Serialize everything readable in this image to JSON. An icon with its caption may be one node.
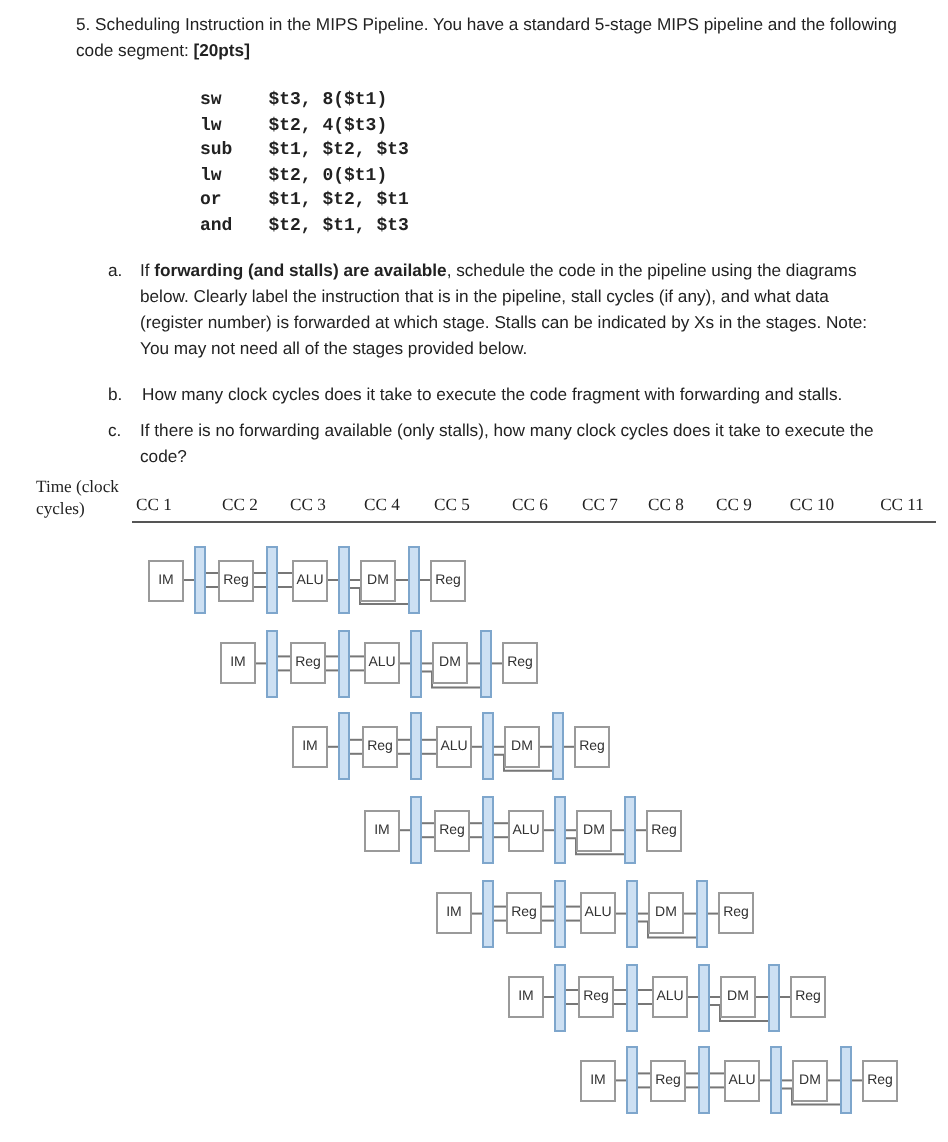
{
  "diagram": {
    "nodes": [
      {
        "text": [
          "IM"
        ]
      },
      {
        "text": [],
        "shape": "bar"
      },
      {
        "text": [
          "Reg"
        ]
      },
      {
        "text": [],
        "shape": "bar"
      },
      {
        "text": [
          "ALU"
        ]
      },
      {
        "text": [],
        "shape": "bar"
      },
      {
        "text": [
          "DM"
        ]
      },
      {
        "text": [],
        "shape": "bar"
      },
      {
        "text": [
          "Reg"
        ]
      },
      {
        "text": [
          "IM"
        ]
      },
      {
        "text": [],
        "shape": "bar"
      },
      {
        "text": [
          "Reg"
        ]
      },
      {
        "text": [],
        "shape": "bar"
      },
      {
        "text": [
          "ALU"
        ]
      },
      {
        "text": [],
        "shape": "bar"
      },
      {
        "text": [
          "DM"
        ]
      },
      {
        "text": [],
        "shape": "bar"
      },
      {
        "text": [
          "Reg"
        ]
      },
      {
        "text": [
          "IM"
        ]
      },
      {
        "text": [],
        "shape": "bar"
      },
      {
        "text": [
          "Reg"
        ]
      },
      {
        "text": [],
        "shape": "bar"
      },
      {
        "text": [
          "ALU"
        ]
      },
      {
        "text": [],
        "shape": "bar"
      },
      {
        "text": [
          "DM"
        ]
      },
      {
        "text": [],
        "shape": "bar"
      },
      {
        "text": [
          "Reg"
        ]
      },
      {
        "text": [
          "IM"
        ]
      },
      {
        "text": [],
        "shape": "bar"
      },
      {
        "text": [
          "Reg"
        ]
      },
      {
        "text": [],
        "shape": "bar"
      },
      {
        "text": [
          "ALU"
        ]
      },
      {
        "text": [],
        "shape": "bar"
      },
      {
        "text": [
          "DM"
        ]
      },
      {
        "text": [],
        "shape": "bar"
      },
      {
        "text": [
          "Reg"
        ]
      },
      {
        "text": [
          "IM"
        ]
      },
      {
        "text": [],
        "shape": "bar"
      },
      {
        "text": [
          "Reg"
        ]
      },
      {
        "text": [],
        "shape": "bar"
      },
      {
        "text": [
          "ALU"
        ]
      },
      {
        "text": [],
        "shape": "bar"
      },
      {
        "text": [
          "DM"
        ]
      },
      {
        "text": [],
        "shape": "bar"
      },
      {
        "text": [
          "Reg"
        ]
      },
      {
        "text": [
          "IM"
        ]
      },
      {
        "text": [],
        "shape": "bar"
      },
      {
        "text": [
          "Reg"
        ]
      },
      {
        "text": [],
        "shape": "bar"
      },
      {
        "text": [
          "ALU"
        ]
      },
      {
        "text": [],
        "shape": "bar"
      },
      {
        "text": [
          "DM"
        ]
      },
      {
        "text": [],
        "shape": "bar"
      },
      {
        "text": [
          "Reg"
        ]
      },
      {
        "text": [
          "IM"
        ]
      },
      {
        "text": [],
        "shape": "bar"
      },
      {
        "text": [
          "Reg"
        ]
      },
      {
        "text": [],
        "shape": "bar"
      },
      {
        "text": [
          "ALU"
        ]
      },
      {
        "text": [],
        "shape": "bar"
      },
      {
        "text": [
          "DM"
        ]
      },
      {
        "text": [],
        "shape": "bar"
      },
      {
        "text": [
          "Reg"
        ]
      }
    ],
    "edges": [
      {
        "from": 0,
        "to": 1,
        "arrow": "none"
      },
      {
        "from": 1,
        "to": 2,
        "arrow": "none"
      },
      {
        "from": 1,
        "to": 2,
        "arrow": "none"
      },
      {
        "from": 2,
        "to": 3,
        "arrow": "none"
      },
      {
        "from": 2,
        "to": 3,
        "arrow": "none"
      },
      {
        "from": 3,
        "to": 4,
        "arrow": "none"
      },
      {
        "from": 3,
        "to": 4,
        "arrow": "none"
      },
      {
        "from": 4,
        "to": 5,
        "arrow": "none"
      },
      {
        "from": 5,
        "to": 6,
        "arrow": "none"
      },
      {
        "from": 5,
        "to": 7,
        "arrow": "none"
      },
      {
        "from": 6,
        "to": 7,
        "arrow": "none"
      },
      {
        "from": 7,
        "to": 8,
        "arrow": "none"
      },
      {
        "from": 9,
        "to": 10,
        "arrow": "none"
      },
      {
        "from": 10,
        "to": 11,
        "arrow": "none"
      },
      {
        "from": 10,
        "to": 11,
        "arrow": "none"
      },
      {
        "from": 11,
        "to": 12,
        "arrow": "none"
      },
      {
        "from": 11,
        "to": 12,
        "arrow": "none"
      },
      {
        "from": 12,
        "to": 13,
        "arrow": "none"
      },
      {
        "from": 12,
        "to": 13,
        "arrow": "none"
      },
      {
        "from": 13,
        "to": 14,
        "arrow": "none"
      },
      {
        "from": 14,
        "to": 15,
        "arrow": "none"
      },
      {
        "from": 14,
        "to": 16,
        "arrow": "none"
      },
      {
        "from": 15,
        "to": 16,
        "arrow": "none"
      },
      {
        "from": 16,
        "to": 17,
        "arrow": "none"
      },
      {
        "from": 18,
        "to": 19,
        "arrow": "none"
      },
      {
        "from": 19,
        "to": 20,
        "arrow": "none"
      },
      {
        "from": 19,
        "to": 20,
        "arrow": "none"
      },
      {
        "from": 20,
        "to": 21,
        "arrow": "none"
      },
      {
        "from": 20,
        "to": 21,
        "arrow": "none"
      },
      {
        "from": 21,
        "to": 22,
        "arrow": "none"
      },
      {
        "from": 21,
        "to": 22,
        "arrow": "none"
      },
      {
        "from": 22,
        "to": 23,
        "arrow": "none"
      },
      {
        "from": 23,
        "to": 24,
        "arrow": "none"
      },
      {
        "from": 23,
        "to": 25,
        "arrow": "none"
      },
      {
        "from": 24,
        "to": 25,
        "arrow": "none"
      },
      {
        "from": 25,
        "to": 26,
        "arrow": "none"
      },
      {
        "from": 27,
        "to": 28,
        "arrow": "none"
      },
      {
        "from": 28,
        "to": 29,
        "arrow": "none"
      },
      {
        "from": 28,
        "to": 29,
        "arrow": "none"
      },
      {
        "from": 29,
        "to": 30,
        "arrow": "none"
      },
      {
        "from": 29,
        "to": 30,
        "arrow": "none"
      },
      {
        "from": 30,
        "to": 31,
        "arrow": "none"
      },
      {
        "from": 30,
        "to": 31,
        "arrow": "none"
      },
      {
        "from": 31,
        "to": 32,
        "arrow": "none"
      },
      {
        "from": 32,
        "to": 33,
        "arrow": "none"
      },
      {
        "from": 32,
        "to": 34,
        "arrow": "none"
      },
      {
        "from": 33,
        "to": 34,
        "arrow": "none"
      },
      {
        "from": 34,
        "to": 35,
        "arrow": "none"
      },
      {
        "from": 36,
        "to": 37,
        "arrow": "none"
      },
      {
        "from": 37,
        "to": 38,
        "arrow": "none"
      },
      {
        "from": 37,
        "to": 38,
        "arrow": "none"
      },
      {
        "from": 38,
        "to": 39,
        "arrow": "none"
      },
      {
        "from": 38,
        "to": 39,
        "arrow": "none"
      },
      {
        "from": 39,
        "to": 40,
        "arrow": "none"
      },
      {
        "from": 39,
        "to": 40,
        "arrow": "none"
      },
      {
        "from": 40,
        "to": 41,
        "arrow": "none"
      },
      {
        "from": 41,
        "to": 42,
        "arrow": "none"
      },
      {
        "from": 41,
        "to": 43,
        "arrow": "none"
      },
      {
        "from": 42,
        "to": 43,
        "arrow": "none"
      },
      {
        "from": 43,
        "to": 44,
        "arrow": "none"
      },
      {
        "from": 45,
        "to": 46,
        "arrow": "none"
      },
      {
        "from": 46,
        "to": 47,
        "arrow": "none"
      },
      {
        "from": 46,
        "to": 47,
        "arrow": "none"
      },
      {
        "from": 47,
        "to": 48,
        "arrow": "none"
      },
      {
        "from": 47,
        "to": 48,
        "arrow": "none"
      },
      {
        "from": 48,
        "to": 49,
        "arrow": "none"
      },
      {
        "from": 48,
        "to": 49,
        "arrow": "none"
      },
      {
        "from": 49,
        "to": 50,
        "arrow": "none"
      },
      {
        "from": 50,
        "to": 51,
        "arrow": "none"
      },
      {
        "from": 50,
        "to": 52,
        "arrow": "none"
      },
      {
        "from": 51,
        "to": 52,
        "arrow": "none"
      },
      {
        "from": 52,
        "to": 53,
        "arrow": "none"
      },
      {
        "from": 54,
        "to": 55,
        "arrow": "none"
      },
      {
        "from": 55,
        "to": 56,
        "arrow": "none"
      },
      {
        "from": 55,
        "to": 56,
        "arrow": "none"
      },
      {
        "from": 56,
        "to": 57,
        "arrow": "none"
      },
      {
        "from": 56,
        "to": 57,
        "arrow": "none"
      },
      {
        "from": 57,
        "to": 58,
        "arrow": "none"
      },
      {
        "from": 57,
        "to": 58,
        "arrow": "none"
      },
      {
        "from": 58,
        "to": 59,
        "arrow": "none"
      },
      {
        "from": 59,
        "to": 60,
        "arrow": "none"
      },
      {
        "from": 59,
        "to": 61,
        "arrow": "none"
      },
      {
        "from": 60,
        "to": 61,
        "arrow": "none"
      },
      {
        "from": 61,
        "to": 62,
        "arrow": "none"
      }
    ],
    "labels": [
      "5. Scheduling Instruction in the MIPS Pipeline.  You have a standard 5-stage MIPS pipeline and the following code segment:  **[20pts]**",
      "sw $t3, 8($t1)",
      "lw $t2, 4($t3)",
      "sub $t1, $t2, $t3",
      "lw $t2, 0($t1)",
      "or $t1, $t2, $t1",
      "and $t2, $t1, $t3",
      "a.",
      "If **forwarding (and stalls) are available**, schedule the code in the pipeline using the diagrams below.  Clearly label the instruction that is in the pipeline, stall cycles (if any), and what data (register number) is forwarded at which stage. Stalls can be indicated by Xs in the stages.  Note: You may not need all of the stages provided below.",
      "b.",
      "How many clock cycles does it take to execute the code fragment with forwarding and stalls.",
      "c.",
      "If there is no forwarding available (only stalls), how many clock cycles does it take to execute the code?",
      "Time (clock cycles)",
      "CC 1",
      "CC 2",
      "CC 3",
      "CC 4",
      "CC 5",
      "CC 6",
      "CC 7",
      "CC 8",
      "CC 9",
      "CC 10",
      "CC 11"
    ]
  }
}
